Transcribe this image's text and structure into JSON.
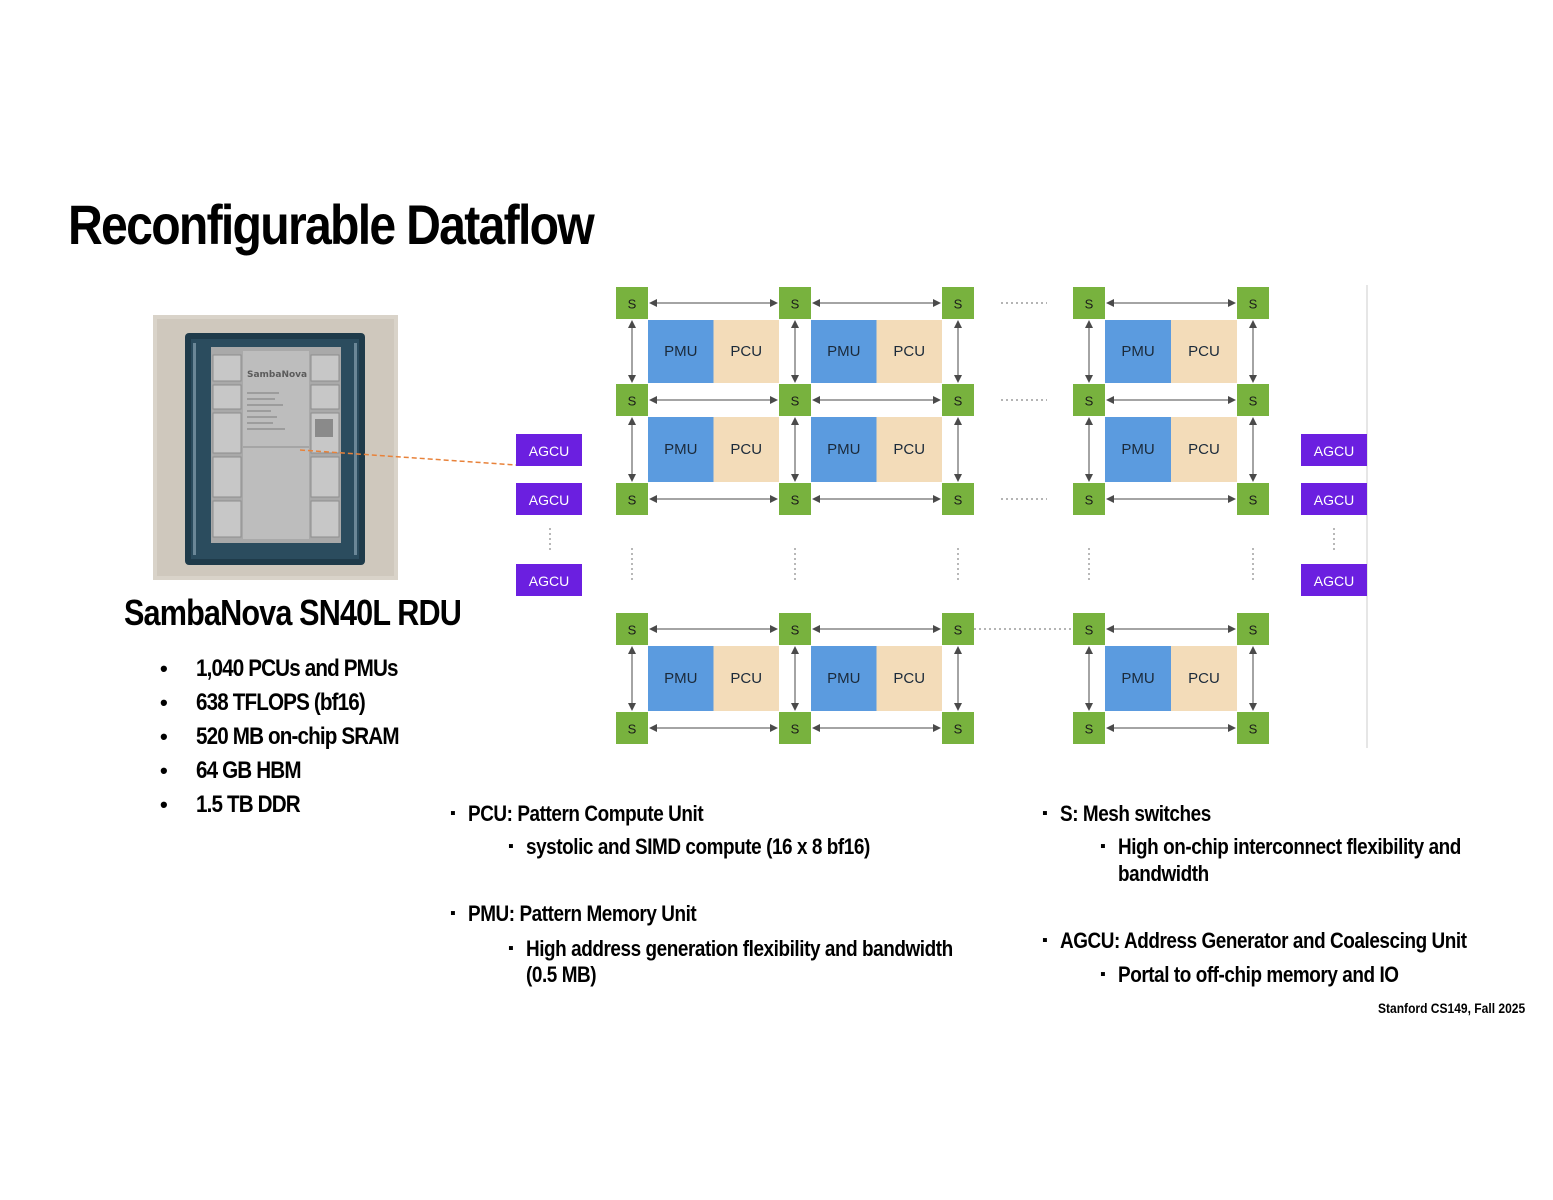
{
  "title": "Reconfigurable Dataflow",
  "product": {
    "name": "SambaNova SN40L RDU",
    "specs": [
      "1,040  PCUs and PMUs",
      "638 TFLOPS (bf16)",
      "520 MB on-chip SRAM",
      "64 GB HBM",
      "1.5 TB DDR"
    ]
  },
  "chip_label": "SambaNova",
  "diagram": {
    "switch_label": "S",
    "pmu_label": "PMU",
    "pcu_label": "PCU",
    "agcu_label": "AGCU",
    "colors": {
      "switch": "#78b23e",
      "pmu": "#5b9bdf",
      "pcu": "#f3dcb9",
      "agcu": "#6b1fe0",
      "arrow": "#4a4a4a",
      "callout": "#e8823a"
    }
  },
  "legend": {
    "pcu": {
      "term": "PCU: Pattern Compute Unit",
      "detail": [
        "systolic and SIMD compute (16 x 8 bf16)"
      ]
    },
    "pmu": {
      "term": "PMU: Pattern Memory Unit",
      "detail": [
        "High address generation flexibility and bandwidth",
        "(0.5 MB)"
      ]
    },
    "s": {
      "term": "S: Mesh switches",
      "detail": [
        "High on-chip interconnect flexibility and",
        "bandwidth"
      ]
    },
    "agcu": {
      "term": "AGCU: Address Generator and Coalescing Unit",
      "detail": [
        "Portal to off-chip memory and IO"
      ]
    }
  },
  "footer": "Stanford CS149, Fall 2025"
}
